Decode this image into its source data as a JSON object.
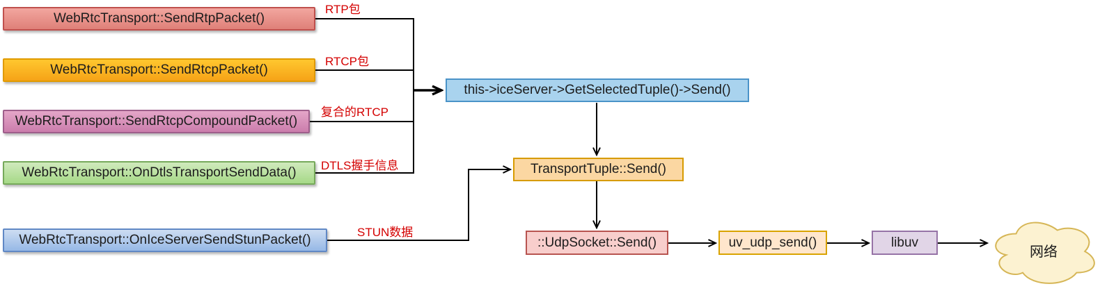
{
  "diagram": {
    "title_hint": "mediasoup WebRtcTransport send path flow",
    "source_boxes": [
      {
        "label": "WebRtcTransport::SendRtpPacket()",
        "edge_label": "RTP包",
        "fill_top": "#f2a69f",
        "fill_bottom": "#df8078",
        "border": "#c0504d"
      },
      {
        "label": "WebRtcTransport::SendRtcpPacket()",
        "edge_label": "RTCP包",
        "fill_top": "#ffc72f",
        "fill_bottom": "#f6a317",
        "border": "#e09a00"
      },
      {
        "label": "WebRtcTransport::SendRtcpCompoundPacket()",
        "edge_label": "复合的RTCP",
        "fill_top": "#e4a6c8",
        "fill_bottom": "#cb7dac",
        "border": "#9e5e8b"
      },
      {
        "label": "WebRtcTransport::OnDtlsTransportSendData()",
        "edge_label": "DTLS握手信息",
        "fill_top": "#d0eabd",
        "fill_bottom": "#a6d987",
        "border": "#76a95a"
      },
      {
        "label": "WebRtcTransport::OnIceServerSendStunPacket()",
        "edge_label": "STUN数据",
        "fill_top": "#cdddf2",
        "fill_bottom": "#96b8e6",
        "border": "#6088c5"
      }
    ],
    "flow_boxes": [
      {
        "label": "this->iceServer->GetSelectedTuple()->Send()",
        "fill": "#a9d3ee",
        "border": "#4a93c8"
      },
      {
        "label": "TransportTuple::Send()",
        "fill": "#fbd7a2",
        "border": "#d79b00"
      },
      {
        "label": "::UdpSocket::Send()",
        "fill": "#f8cecc",
        "border": "#b85450"
      },
      {
        "label": "uv_udp_send()",
        "fill": "#ffe6cc",
        "border": "#d9a300"
      },
      {
        "label": "libuv",
        "fill": "#e1d5e7",
        "border": "#9673a6"
      }
    ],
    "cloud": {
      "label": "网络",
      "fill": "#fcf2d1",
      "border": "#d6b656"
    },
    "colors": {
      "edge_label_text": "#d40000",
      "connector": "#000000",
      "box_text": "#1c1c1c",
      "background": "#ffffff"
    }
  }
}
